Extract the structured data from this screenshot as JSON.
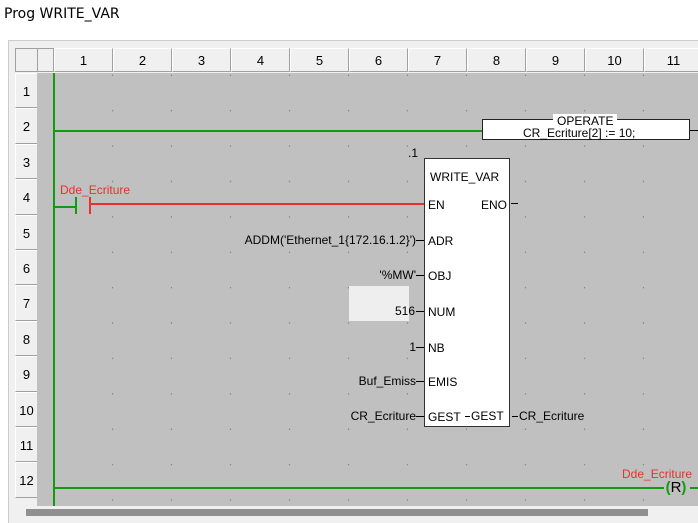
{
  "title": "Prog WRITE_VAR",
  "columns": [
    "1",
    "2",
    "3",
    "4",
    "5",
    "6",
    "7",
    "8",
    "9",
    "10",
    "11"
  ],
  "rows": [
    "1",
    "2",
    "3",
    "4",
    "5",
    "6",
    "7",
    "8",
    "9",
    "10",
    "11",
    "12"
  ],
  "operate": {
    "header": "OPERATE",
    "expression": "CR_Ecriture[2] := 10;"
  },
  "contact": {
    "label": "Dde_Ecriture"
  },
  "coil": {
    "label": "Dde_Ecriture",
    "symbol": "R"
  },
  "block": {
    "instance": ".1",
    "name": "WRITE_VAR",
    "pins": {
      "en": "EN",
      "eno": "ENO",
      "adr": "ADR",
      "obj": "OBJ",
      "num": "NUM",
      "nb": "NB",
      "emis": "EMIS",
      "gest_in": "GEST",
      "gest_out": "GEST"
    },
    "inputs": {
      "adr": "ADDM('Ethernet_1{172.16.1.2}')",
      "obj": "'%MW'",
      "num": "516",
      "nb": "1",
      "emis": "Buf_Emiss",
      "gest": "CR_Ecriture"
    },
    "outputs": {
      "gest": "CR_Ecriture"
    }
  },
  "colors": {
    "rail": "#139a13",
    "active": "#e8302c",
    "grid": "#c0c0c0"
  }
}
